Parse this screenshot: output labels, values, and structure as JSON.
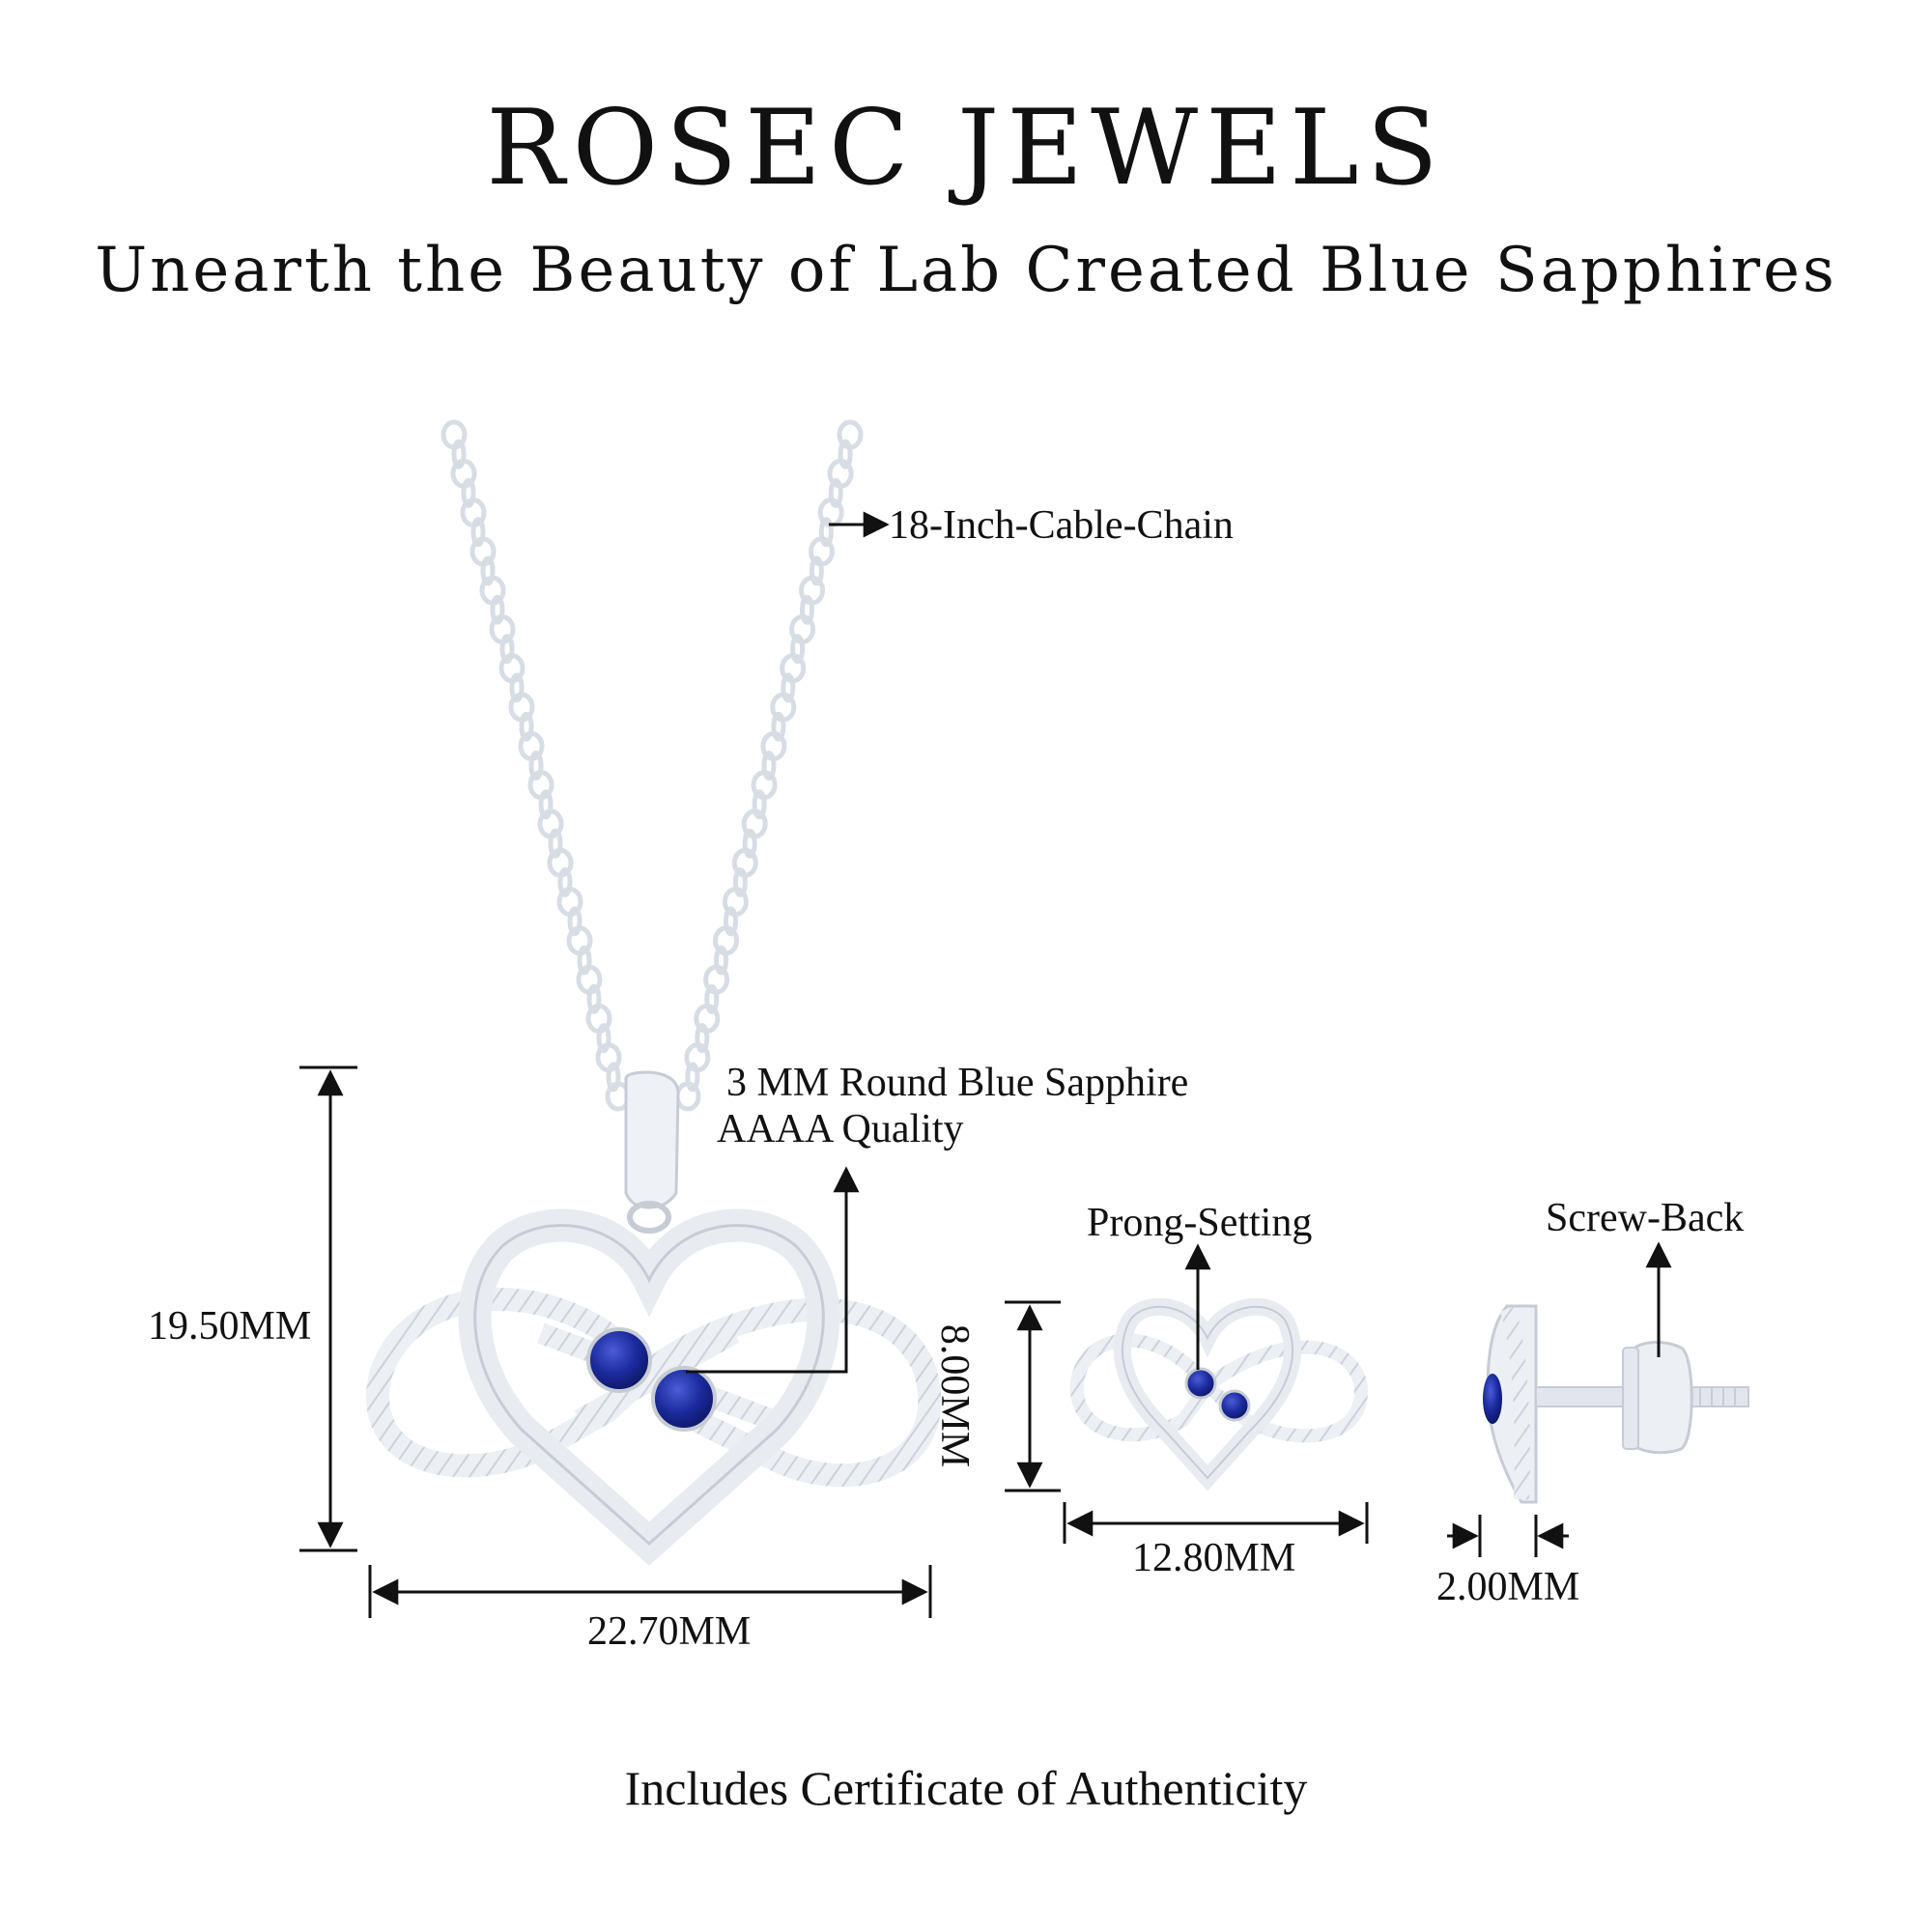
{
  "header": {
    "brand": "ROSEC JEWELS",
    "tagline": "Unearth the Beauty of Lab Created Blue Sapphires"
  },
  "pendant": {
    "chain_label": "18-Inch-Cable-Chain",
    "stone_label_line1": "3 MM Round Blue Sapphire",
    "stone_label_line2": "AAAA Quality",
    "height": "19.50MM",
    "width": "22.70MM"
  },
  "earring_front": {
    "setting_label": "Prong-Setting",
    "height": "8.00MM",
    "width": "12.80MM"
  },
  "earring_side": {
    "back_label": "Screw-Back",
    "depth": "2.00MM"
  },
  "footer": {
    "certificate": "Includes Certificate of Authenticity"
  },
  "colors": {
    "metal": "#e9ecf1",
    "metal_shade": "#c9ced6",
    "sapphire": "#1a2a9c",
    "sapphire_dark": "#0d1560",
    "ink": "#111111"
  }
}
